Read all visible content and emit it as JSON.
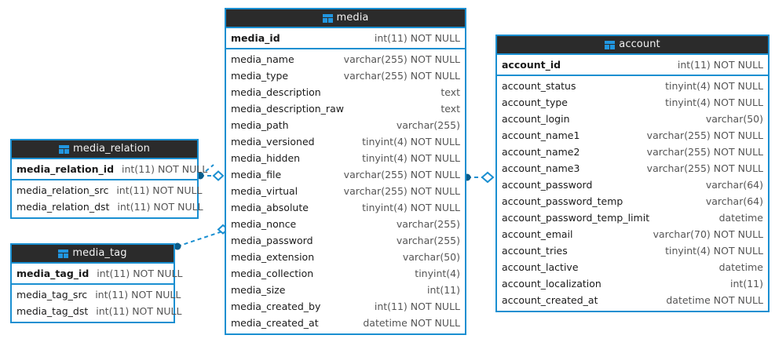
{
  "diagram": {
    "type": "er-diagram",
    "background": "#ffffff",
    "accent_color": "#1a8fd1",
    "header_bg": "#2b2b2b",
    "header_text_color": "#f2f2f2",
    "entity_count": 4,
    "relationship_count": 3
  },
  "entities": [
    {
      "id": "media",
      "name": "media",
      "icon": "table-icon",
      "primary_keys": [
        {
          "name": "media_id",
          "type": "int(11) NOT NULL"
        }
      ],
      "columns": [
        {
          "name": "media_name",
          "type": "varchar(255) NOT NULL"
        },
        {
          "name": "media_type",
          "type": "varchar(255) NOT NULL"
        },
        {
          "name": "media_description",
          "type": "text"
        },
        {
          "name": "media_description_raw",
          "type": "text"
        },
        {
          "name": "media_path",
          "type": "varchar(255)"
        },
        {
          "name": "media_versioned",
          "type": "tinyint(4) NOT NULL"
        },
        {
          "name": "media_hidden",
          "type": "tinyint(4) NOT NULL"
        },
        {
          "name": "media_file",
          "type": "varchar(255) NOT NULL"
        },
        {
          "name": "media_virtual",
          "type": "varchar(255) NOT NULL"
        },
        {
          "name": "media_absolute",
          "type": "tinyint(4) NOT NULL"
        },
        {
          "name": "media_nonce",
          "type": "varchar(255)"
        },
        {
          "name": "media_password",
          "type": "varchar(255)"
        },
        {
          "name": "media_extension",
          "type": "varchar(50)"
        },
        {
          "name": "media_collection",
          "type": "tinyint(4)"
        },
        {
          "name": "media_size",
          "type": "int(11)"
        },
        {
          "name": "media_created_by",
          "type": "int(11) NOT NULL"
        },
        {
          "name": "media_created_at",
          "type": "datetime NOT NULL"
        }
      ]
    },
    {
      "id": "account",
      "name": "account",
      "icon": "table-icon",
      "primary_keys": [
        {
          "name": "account_id",
          "type": "int(11) NOT NULL"
        }
      ],
      "columns": [
        {
          "name": "account_status",
          "type": "tinyint(4) NOT NULL"
        },
        {
          "name": "account_type",
          "type": "tinyint(4) NOT NULL"
        },
        {
          "name": "account_login",
          "type": "varchar(50)"
        },
        {
          "name": "account_name1",
          "type": "varchar(255) NOT NULL"
        },
        {
          "name": "account_name2",
          "type": "varchar(255) NOT NULL"
        },
        {
          "name": "account_name3",
          "type": "varchar(255) NOT NULL"
        },
        {
          "name": "account_password",
          "type": "varchar(64)"
        },
        {
          "name": "account_password_temp",
          "type": "varchar(64)"
        },
        {
          "name": "account_password_temp_limit",
          "type": "datetime"
        },
        {
          "name": "account_email",
          "type": "varchar(70) NOT NULL"
        },
        {
          "name": "account_tries",
          "type": "tinyint(4) NOT NULL"
        },
        {
          "name": "account_lactive",
          "type": "datetime"
        },
        {
          "name": "account_localization",
          "type": "int(11)"
        },
        {
          "name": "account_created_at",
          "type": "datetime NOT NULL"
        }
      ]
    },
    {
      "id": "media_relation",
      "name": "media_relation",
      "icon": "table-icon",
      "primary_keys": [
        {
          "name": "media_relation_id",
          "type": "int(11) NOT NULL"
        }
      ],
      "columns": [
        {
          "name": "media_relation_src",
          "type": "int(11) NOT NULL"
        },
        {
          "name": "media_relation_dst",
          "type": "int(11) NOT NULL"
        }
      ]
    },
    {
      "id": "media_tag",
      "name": "media_tag",
      "icon": "table-icon",
      "primary_keys": [
        {
          "name": "media_tag_id",
          "type": "int(11) NOT NULL"
        }
      ],
      "columns": [
        {
          "name": "media_tag_src",
          "type": "int(11) NOT NULL"
        },
        {
          "name": "media_tag_dst",
          "type": "int(11) NOT NULL"
        }
      ]
    }
  ],
  "relationships": [
    {
      "id": "rel-media_relation-media",
      "from": "media_relation",
      "to": "media",
      "from_marker": "filled-circle",
      "to_marker": "open-diamond",
      "style": "dashed"
    },
    {
      "id": "rel-media_tag-media",
      "from": "media_tag",
      "to": "media",
      "from_marker": "filled-circle",
      "to_marker": "open-diamond",
      "style": "dashed"
    },
    {
      "id": "rel-media-account",
      "from": "media",
      "to": "account",
      "from_marker": "filled-circle",
      "to_marker": "open-diamond",
      "style": "dashed"
    }
  ]
}
